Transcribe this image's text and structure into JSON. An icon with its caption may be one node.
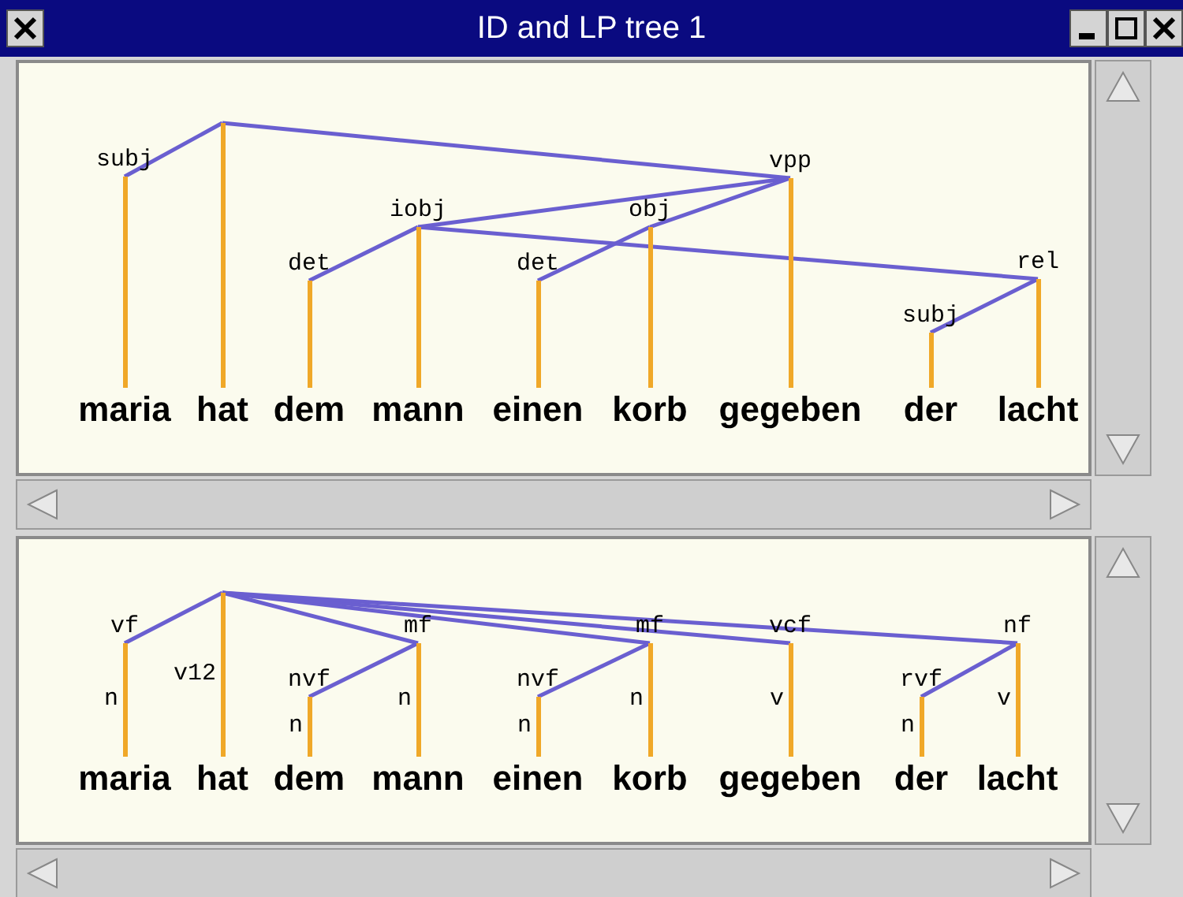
{
  "diagram": {
    "title": "ID and LP tree 1",
    "nodes": [
      {
        "text": [
          "maria"
        ]
      },
      {
        "text": [
          "hat"
        ]
      },
      {
        "text": [
          "dem"
        ]
      },
      {
        "text": [
          "mann"
        ]
      },
      {
        "text": [
          "einen"
        ]
      },
      {
        "text": [
          "korb"
        ]
      },
      {
        "text": [
          "gegeben"
        ]
      },
      {
        "text": [
          "der"
        ]
      },
      {
        "text": [
          "lacht"
        ]
      },
      {
        "text": [
          "maria"
        ],
        "beside": [
          "n"
        ]
      },
      {
        "text": [
          "hat"
        ],
        "beside": [
          "v12"
        ]
      },
      {
        "text": [
          "dem"
        ],
        "beside": [
          "n"
        ]
      },
      {
        "text": [
          "mann"
        ],
        "beside": [
          "n"
        ]
      },
      {
        "text": [
          "einen"
        ],
        "beside": [
          "n"
        ]
      },
      {
        "text": [
          "korb"
        ],
        "beside": [
          "n"
        ]
      },
      {
        "text": [
          "gegeben"
        ],
        "beside": [
          "v"
        ]
      },
      {
        "text": [
          "der"
        ],
        "beside": [
          "n"
        ]
      },
      {
        "text": [
          "lacht"
        ],
        "beside": [
          "v"
        ]
      }
    ],
    "edges": [
      {
        "from": 1,
        "to": 0,
        "arrow": "none",
        "label": "subj"
      },
      {
        "from": 1,
        "to": 6,
        "arrow": "none",
        "label": "vpp"
      },
      {
        "from": 6,
        "to": 3,
        "arrow": "none",
        "label": "iobj"
      },
      {
        "from": 6,
        "to": 5,
        "arrow": "none",
        "label": "obj"
      },
      {
        "from": 3,
        "to": 2,
        "arrow": "none",
        "label": "det"
      },
      {
        "from": 5,
        "to": 4,
        "arrow": "none",
        "label": "det"
      },
      {
        "from": 3,
        "to": 8,
        "arrow": "none",
        "label": "rel"
      },
      {
        "from": 8,
        "to": 7,
        "arrow": "none",
        "label": "subj"
      },
      {
        "from": 10,
        "to": 9,
        "arrow": "none",
        "label": "vf"
      },
      {
        "from": 10,
        "to": 12,
        "arrow": "none",
        "label": "mf"
      },
      {
        "from": 10,
        "to": 14,
        "arrow": "none",
        "label": "mf"
      },
      {
        "from": 10,
        "to": 15,
        "arrow": "none",
        "label": "vcf"
      },
      {
        "from": 10,
        "to": 17,
        "arrow": "none",
        "label": "nf"
      },
      {
        "from": 12,
        "to": 11,
        "arrow": "none",
        "label": "nvf"
      },
      {
        "from": 14,
        "to": 13,
        "arrow": "none",
        "label": "nvf"
      },
      {
        "from": 17,
        "to": 16,
        "arrow": "none",
        "label": "rvf"
      }
    ]
  }
}
